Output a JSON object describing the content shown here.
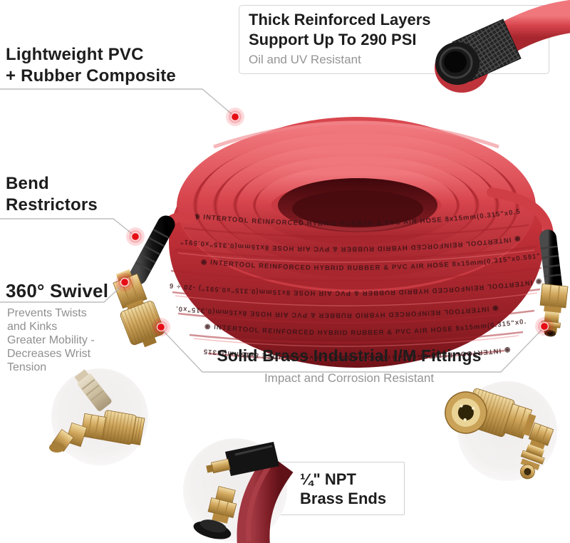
{
  "colors": {
    "hose_red": "#d6414a",
    "accent_marker_red": "#e8101c",
    "brass": "#cfa55b",
    "heading_text": "#1d1d1d",
    "muted_text": "#949494",
    "callout_line": "#bdbdbd",
    "box_border": "#d4d4d4"
  },
  "callouts": {
    "reinforced_layers": {
      "title_line1": "Thick Reinforced Layers",
      "title_line2": "Support Up To 290 PSI",
      "subtitle": "Oil and UV Resistant"
    },
    "material": {
      "line1": "Lightweight PVC",
      "line2": "+ Rubber Composite"
    },
    "bend_restrictors": {
      "line1": "Bend",
      "line2": "Restrictors"
    },
    "swivel": {
      "title": "360° Swivel",
      "description_lines": [
        "Prevents Twists",
        "and Kinks",
        "Greater Mobility -",
        "Decreases Wrist",
        "Tension"
      ]
    },
    "brass_fittings": {
      "title": "Solid Brass Industrial I/M Fittings",
      "subtitle": "Impact and Corrosion Resistant"
    },
    "npt_ends": {
      "line1": "¼\" NPT",
      "line2": "Brass Ends"
    }
  },
  "hose_print": "◉ INTERTOOL   REINFORCED HYBRID RUBBER & PVC AIR HOSE   8x15mm(0.315\"x0.591\")   -20 ÷ 60°C(-4 to 140°F)   20 bar(290PSI)   ◉ INTERTOOL   REINFORCED HYBRID RUBBER & PVC AIR HOSE"
}
